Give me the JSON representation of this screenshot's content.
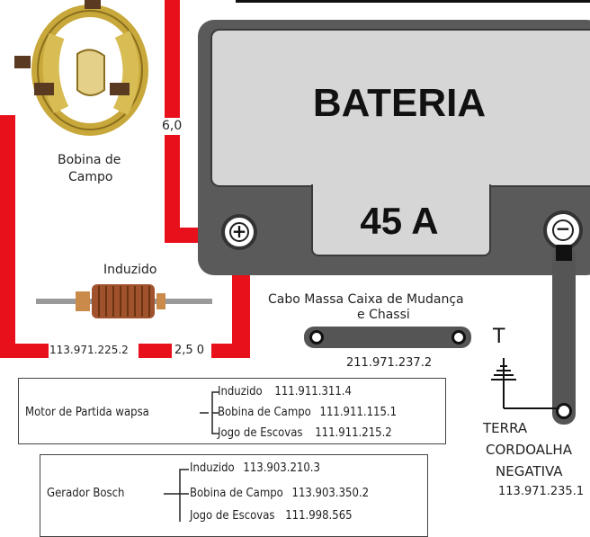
{
  "battery": {
    "title": "BATERIA",
    "capacity": "45 A"
  },
  "terminals": {
    "positive": "+",
    "negative": "−"
  },
  "components": {
    "field_coil_label_line1": "Bobina de",
    "field_coil_label_line2": "Campo",
    "armature_label": "Induzido"
  },
  "wires": {
    "gauge_vertical": "6,0",
    "code_bottom": "113.971.225.2",
    "gauge_bottom": "2,5 0"
  },
  "ground_strap": {
    "title_line1": "Cabo Massa Caixa de Mudança",
    "title_line2": "e Chassi",
    "part": "211.971.237.2"
  },
  "ground": {
    "symbol": "T",
    "label1": "TERRA",
    "label2": "CORDOALHA",
    "label3": "NEGATIVA",
    "part": "113.971.235.1"
  },
  "starter": {
    "name": "Motor de Partida  wapsa",
    "items": [
      {
        "label": "Induzido",
        "part": "111.911.311.4"
      },
      {
        "label": "Bobina  de  Campo",
        "part": "111.911.115.1"
      },
      {
        "label": "Jogo de Escovas",
        "part": "111.911.215.2"
      }
    ]
  },
  "generator": {
    "name": "Gerador  Bosch",
    "items": [
      {
        "label": "Induzido",
        "part": "113.903.210.3"
      },
      {
        "label": "Bobina  de  Campo",
        "part": "113.903.350.2"
      },
      {
        "label": "Jogo de Escovas",
        "part": "111.998.565"
      }
    ]
  },
  "colors": {
    "wire": "#e8101a",
    "battery_body": "#5a5a5a",
    "battery_panel": "#d4d4d4",
    "strap": "#555555"
  }
}
